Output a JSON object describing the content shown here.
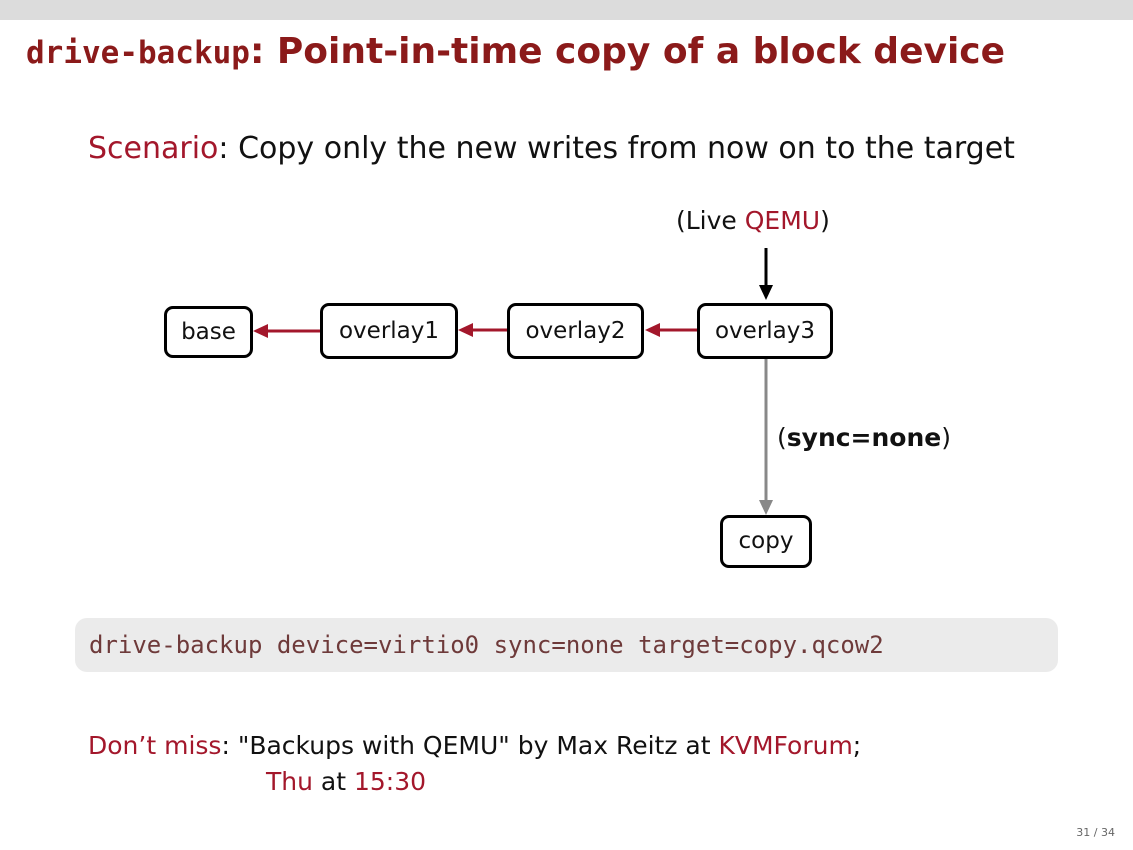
{
  "slide": {
    "title_mono": "drive-backup",
    "title_rest": ": Point-in-time copy of a block device",
    "scenario_label": "Scenario",
    "scenario_colon": ":",
    "scenario_text": "Copy only the new writes from now on to the target"
  },
  "diagram": {
    "live_open": "(Live ",
    "live_qemu": "QEMU",
    "live_close": ")",
    "nodes": {
      "base": "base",
      "overlay1": "overlay1",
      "overlay2": "overlay2",
      "overlay3": "overlay3",
      "copy": "copy"
    },
    "sync_open": "(",
    "sync_bold": "sync=none",
    "sync_close": ")",
    "colors": {
      "chain_arrow": "#a3172b",
      "copy_arrow": "#888888",
      "live_arrow": "#000000"
    }
  },
  "command": "drive-backup device=virtio0 sync=none target=copy.qcow2",
  "footer": {
    "dontmiss_label": "Don’t miss",
    "dontmiss_colon": ":",
    "talk_text": " \"Backups with QEMU\" by Max Reitz at ",
    "event": "KVMForum",
    "semicolon": ";",
    "day": "Thu",
    "at": " at ",
    "time": "15:30"
  },
  "page_number": "31 / 34",
  "colors": {
    "title": "#8b1a1a",
    "accent": "#a3172b",
    "codebox_bg": "#ebebeb"
  }
}
